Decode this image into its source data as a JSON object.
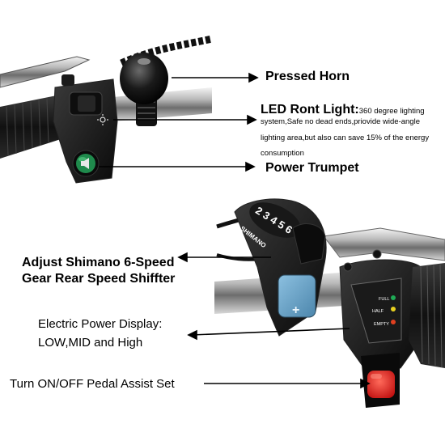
{
  "labels": {
    "pressed_horn": "Pressed Horn",
    "led_title": "LED Ront Light:",
    "led_line1": "360 degree lighting",
    "led_line2": "system,Safe no dead ends,priovide wide-angle",
    "led_line3": "lighting area,but also can save 15% of the energy",
    "led_line4": "consumption",
    "power_trumpet": "Power Trumpet",
    "shimano_line1": "Adjust Shimano 6-Speed",
    "shimano_line2": "Gear Rear Speed Shiffter",
    "display_line1": "Electric Power Display:",
    "display_line2": "LOW,MID and High",
    "pedal_assist": "Turn ON/OFF Pedal Assist Set"
  },
  "product_text": {
    "shifter_brand": "SHIMANO",
    "gear_numbers": "2 3 4 5 6",
    "shifter_plus": "+",
    "display_full": "FULL",
    "display_half": "HALF",
    "display_empty": "EMPTY"
  },
  "icons": {
    "light_switch": "sun-icon",
    "horn_button": "horn-icon"
  },
  "colors": {
    "horn_button_green": "#1f8a4c",
    "pedal_button_red": "#e0201f",
    "shifter_blue": "#5fa0c8",
    "display_green": "#1faa55",
    "display_yellow": "#e8d020"
  }
}
